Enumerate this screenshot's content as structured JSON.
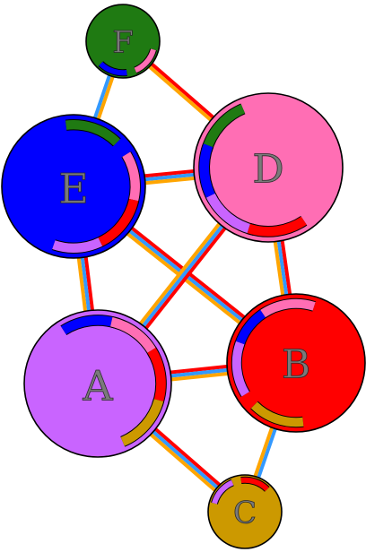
{
  "nodes": [
    {
      "id": "F",
      "label": "F",
      "color": "#1f7a12"
    },
    {
      "id": "E",
      "label": "E",
      "color": "#0000ff"
    },
    {
      "id": "D",
      "label": "D",
      "color": "#ff6eb4"
    },
    {
      "id": "A",
      "label": "A",
      "color": "#c964ff"
    },
    {
      "id": "B",
      "label": "B",
      "color": "#ff0000"
    },
    {
      "id": "C",
      "label": "C",
      "color": "#cc9900"
    }
  ],
  "edges": [
    {
      "from": "F",
      "to": "E",
      "colors": [
        "#ffa500",
        "#3399ff"
      ]
    },
    {
      "from": "F",
      "to": "D",
      "colors": [
        "#ff0000",
        "#ffa500"
      ]
    },
    {
      "from": "E",
      "to": "D",
      "colors": [
        "#ff0000",
        "#3399ff",
        "#ffa500"
      ]
    },
    {
      "from": "E",
      "to": "A",
      "colors": [
        "#ff0000",
        "#3399ff",
        "#ffa500"
      ]
    },
    {
      "from": "E",
      "to": "B",
      "colors": [
        "#ff0000",
        "#3399ff",
        "#ffa500"
      ]
    },
    {
      "from": "D",
      "to": "A",
      "colors": [
        "#ff0000",
        "#3399ff",
        "#ffa500"
      ]
    },
    {
      "from": "D",
      "to": "B",
      "colors": [
        "#ff0000",
        "#3399ff",
        "#ffa500"
      ]
    },
    {
      "from": "A",
      "to": "B",
      "colors": [
        "#ff0000",
        "#3399ff",
        "#ffa500"
      ]
    },
    {
      "from": "A",
      "to": "C",
      "colors": [
        "#ff0000",
        "#3399ff",
        "#ffa500"
      ]
    },
    {
      "from": "B",
      "to": "C",
      "colors": [
        "#3399ff",
        "#ffa500"
      ]
    }
  ]
}
